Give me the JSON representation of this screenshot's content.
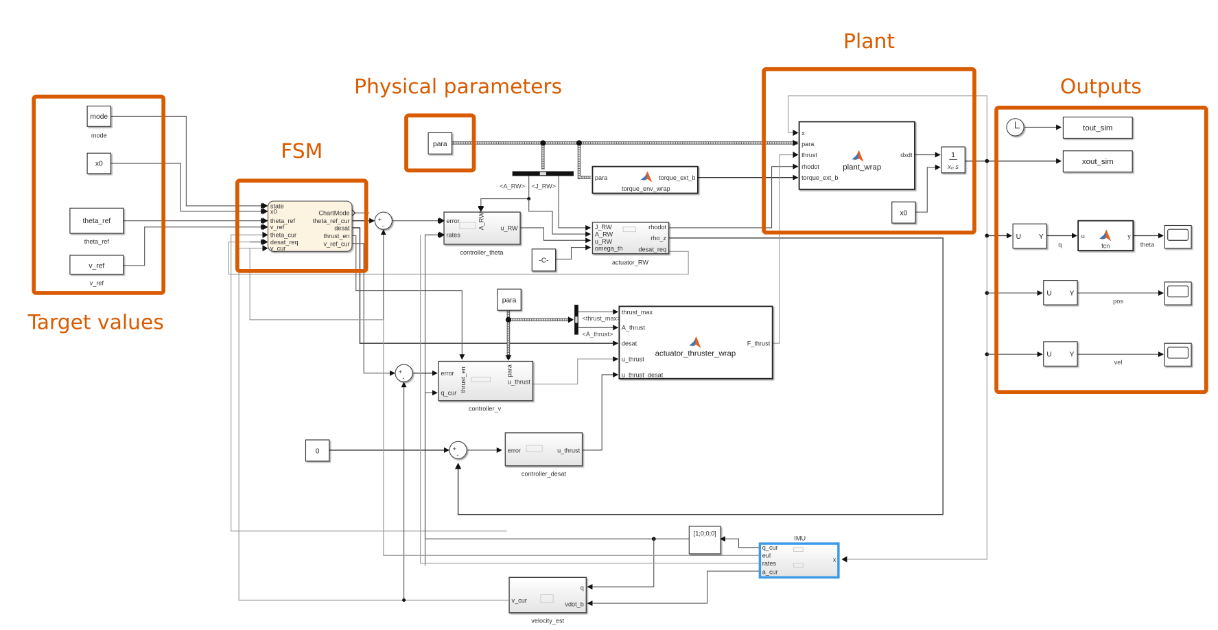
{
  "annotations": {
    "target_values": "Target values",
    "fsm": "FSM",
    "physical_parameters": "Physical parameters",
    "plant": "Plant",
    "outputs": "Outputs"
  },
  "colors": {
    "annotation": "#d95b00",
    "selection": "#3a9ae8",
    "chart_fill": "#fdf3e1"
  },
  "inputs": {
    "mode": {
      "text": "mode",
      "label": "mode"
    },
    "x0": {
      "text": "x0"
    },
    "theta_ref": {
      "text": "theta_ref",
      "label": "theta_ref"
    },
    "v_ref": {
      "text": "v_ref",
      "label": "v_ref"
    }
  },
  "fsm_chart": {
    "inputs": [
      "state",
      "x0",
      "theta_ref",
      "v_ref",
      "theta_cur",
      "desat_req",
      "v_cur"
    ],
    "outputs": [
      "ChartMode",
      "theta_ref_cur",
      "desat",
      "thrust_en",
      "v_ref_cur"
    ]
  },
  "para_blocks": {
    "top": "para",
    "mid": "para"
  },
  "bus_labels": {
    "a_rw": "<A_RW>",
    "j_rw": "<J_RW>",
    "thrust_max": "<thrust_max>",
    "a_thrust": "<A_thrust>"
  },
  "torque_env": {
    "name": "torque_env_wrap",
    "in": "para",
    "out": "torque_ext_b"
  },
  "controller_theta": {
    "name": "controller_theta",
    "inputs": [
      "error",
      "rates"
    ],
    "top_input": "A_RW",
    "out": "u_RW"
  },
  "actuator_rw": {
    "name": "actuator_RW",
    "inputs": [
      "J_RW",
      "A_RW",
      "u_RW",
      "omega_th"
    ],
    "outputs": [
      "rhodot",
      "rho_z",
      "desat_req"
    ]
  },
  "constant_c": "-C-",
  "actuator_thruster": {
    "name": "actuator_thruster_wrap",
    "inputs": [
      "thrust_max",
      "A_thrust",
      "desat",
      "u_thrust",
      "u_thrust_desat"
    ],
    "out": "F_thrust"
  },
  "controller_v": {
    "name": "controller_v",
    "inputs": [
      "error",
      "q_cur"
    ],
    "top_inputs": [
      "thrust_en",
      "para"
    ],
    "out": "u_thrust"
  },
  "zero_const": "0",
  "controller_desat": {
    "name": "controller_desat",
    "in": "error",
    "out": "u_thrust"
  },
  "plant": {
    "name": "plant_wrap",
    "inputs": [
      "x",
      "para",
      "thrust",
      "rhodot",
      "torque_ext_b"
    ],
    "out": "dxdt"
  },
  "integrator": {
    "num": "1",
    "den": "x₀ s"
  },
  "plant_x0": "x0",
  "imu": {
    "title": "IMU",
    "outputs": [
      "q_cur",
      "eul",
      "rates",
      "a_cur"
    ],
    "in": "x"
  },
  "init_quat": "[1;0;0;0]",
  "velocity_est": {
    "name": "velocity_est",
    "in": "v_cur",
    "outputs_right": [
      "q",
      "vdot_b"
    ]
  },
  "outputs": {
    "tout": "tout_sim",
    "xout": "xout_sim",
    "selector_u": "U",
    "selector_y": "Y",
    "q_label": "q",
    "fcn": {
      "name": "fcn",
      "in": "u",
      "out": "y"
    },
    "theta_label": "theta",
    "pos_label": "pos",
    "vel_label": "vel"
  },
  "sum_signs": {
    "plus": "+",
    "minus": "-"
  }
}
